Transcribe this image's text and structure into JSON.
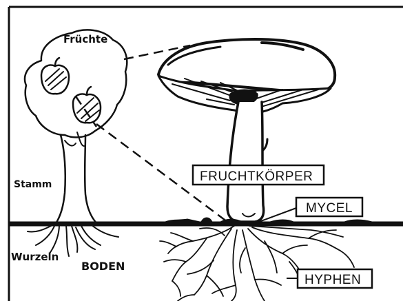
{
  "labels": {
    "fruits": "Früchte",
    "trunk": "Stamm",
    "roots": "Wurzeln",
    "soil": "BODEN",
    "fruiting_body": "FRUCHTKÖRPER",
    "mycelium": "MYCEL",
    "hyphae": "HYPHEN"
  },
  "colors": {
    "ink": "#111111",
    "paper": "#ffffff"
  }
}
